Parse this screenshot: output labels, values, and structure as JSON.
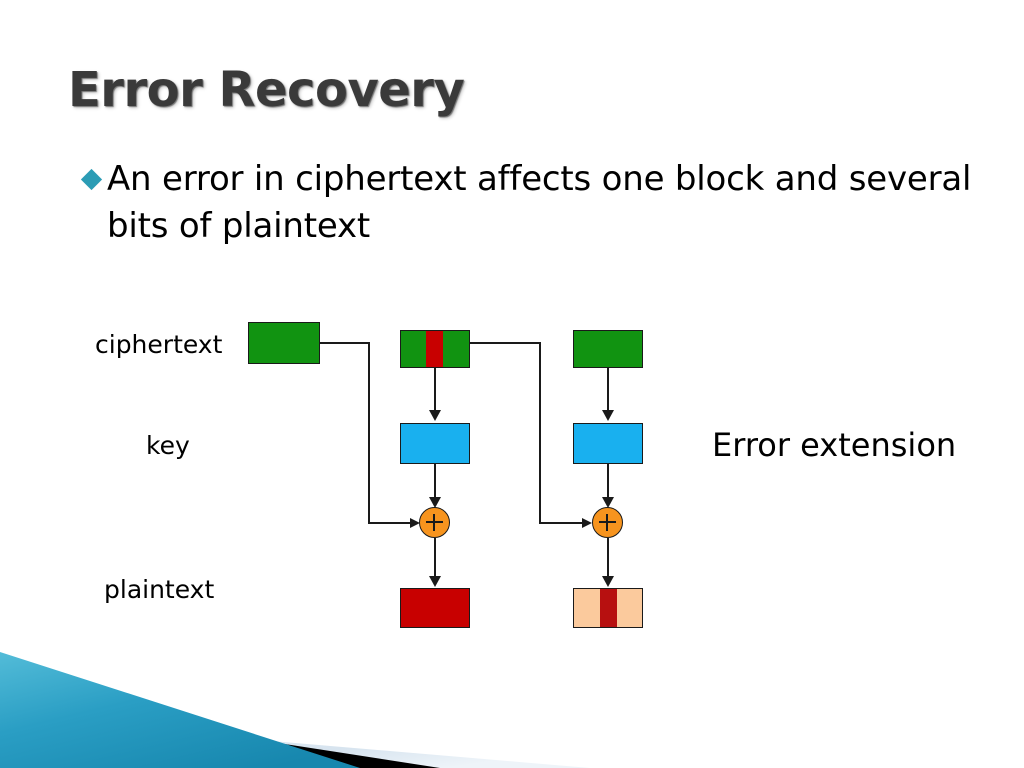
{
  "slide": {
    "title": "Error Recovery",
    "bullet": {
      "marker": "diamond-bullet",
      "text": "An error in ciphertext affects one block and several bits of plaintext"
    },
    "side_note": "Error extension"
  },
  "diagram": {
    "labels": {
      "ciphertext": "ciphertext",
      "key": "key",
      "plaintext": "plaintext"
    },
    "xor_symbol": "+",
    "colors": {
      "ciphertext_block": "#119311",
      "error_band": "#c80000",
      "key_block": "#19b0ef",
      "plaintext_clean": "#c80000",
      "plaintext_peach": "#fbca9d",
      "plaintext_error": "#b71010",
      "xor_node": "#f7941e",
      "stroke": "#1a1a1a"
    },
    "columns": [
      {
        "name": "column-1",
        "ciphertext": {
          "has_error_band": false,
          "color": "#119311"
        },
        "key": null,
        "xor": false,
        "plaintext": null
      },
      {
        "name": "column-2",
        "ciphertext": {
          "has_error_band": true,
          "color": "#119311",
          "band_color": "#c80000"
        },
        "key": {
          "color": "#19b0ef"
        },
        "xor": true,
        "plaintext": {
          "color": "#c80000",
          "has_error_band": false
        }
      },
      {
        "name": "column-3",
        "ciphertext": {
          "has_error_band": false,
          "color": "#119311"
        },
        "key": {
          "color": "#19b0ef"
        },
        "xor": true,
        "plaintext": {
          "color": "#fbca9d",
          "has_error_band": true,
          "band_color": "#b71010"
        }
      }
    ]
  },
  "decoration": {
    "name": "corner-bands",
    "band_teal": "#2196bd",
    "band_teal_light": "#4db8d8",
    "band_black": "#000000",
    "band_pale": "#dce7f0"
  }
}
